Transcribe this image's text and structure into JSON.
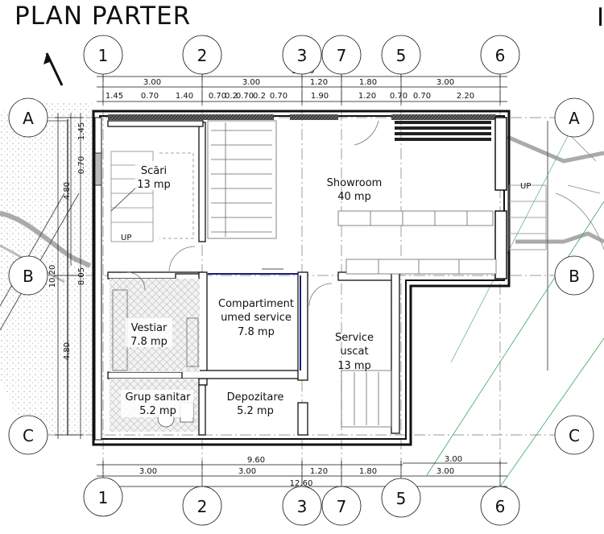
{
  "title": "PLAN PARTER",
  "edge_glyph": "I",
  "axes": {
    "numbers_top": [
      "1",
      "2",
      "3",
      "7",
      "5",
      "6"
    ],
    "numbers_bottom": [
      "1",
      "2",
      "3",
      "7",
      "5",
      "6"
    ],
    "letters_left": [
      "A",
      "B",
      "C"
    ],
    "letters_right": [
      "A",
      "B",
      "C"
    ]
  },
  "dimensions": {
    "top_total": "12.60",
    "top_main": [
      "3.00",
      "3.00",
      "1.20",
      "1.80",
      "3.00"
    ],
    "top_detail": [
      "1.45",
      "0.70",
      "1.40",
      "0.70",
      "0.2",
      "0.70",
      "0.2",
      "0.70",
      "1.90",
      "1.20",
      "0.70",
      "0.70",
      "2.20"
    ],
    "left_outer": "10.20",
    "left_mid": "8.05",
    "left_a": "4.80",
    "left_b": "4.80",
    "left_detail": [
      "1.45",
      "0.70"
    ],
    "bottom_right": "3.00",
    "bottom_over": "9.60",
    "bottom_main": [
      "3.00",
      "3.00",
      "1.20",
      "1.80",
      "3.00"
    ],
    "bottom_total": "12.60"
  },
  "rooms": {
    "scari": {
      "name": "Scări",
      "area": "13 mp"
    },
    "showroom": {
      "name": "Showroom",
      "area": "40 mp"
    },
    "vestiar": {
      "name": "Vestiar",
      "area": "7.8 mp"
    },
    "compartiment": {
      "line1": "Compartiment",
      "line2": "umed service",
      "area": "7.8 mp"
    },
    "service": {
      "line1": "Service",
      "line2": "uscat",
      "area": "13 mp"
    },
    "grup": {
      "name": "Grup sanitar",
      "area": "5.2 mp"
    },
    "depozitare": {
      "name": "Depozitare",
      "area": "5.2 mp"
    }
  },
  "stair_labels": {
    "left": "UP",
    "right": "UP"
  }
}
